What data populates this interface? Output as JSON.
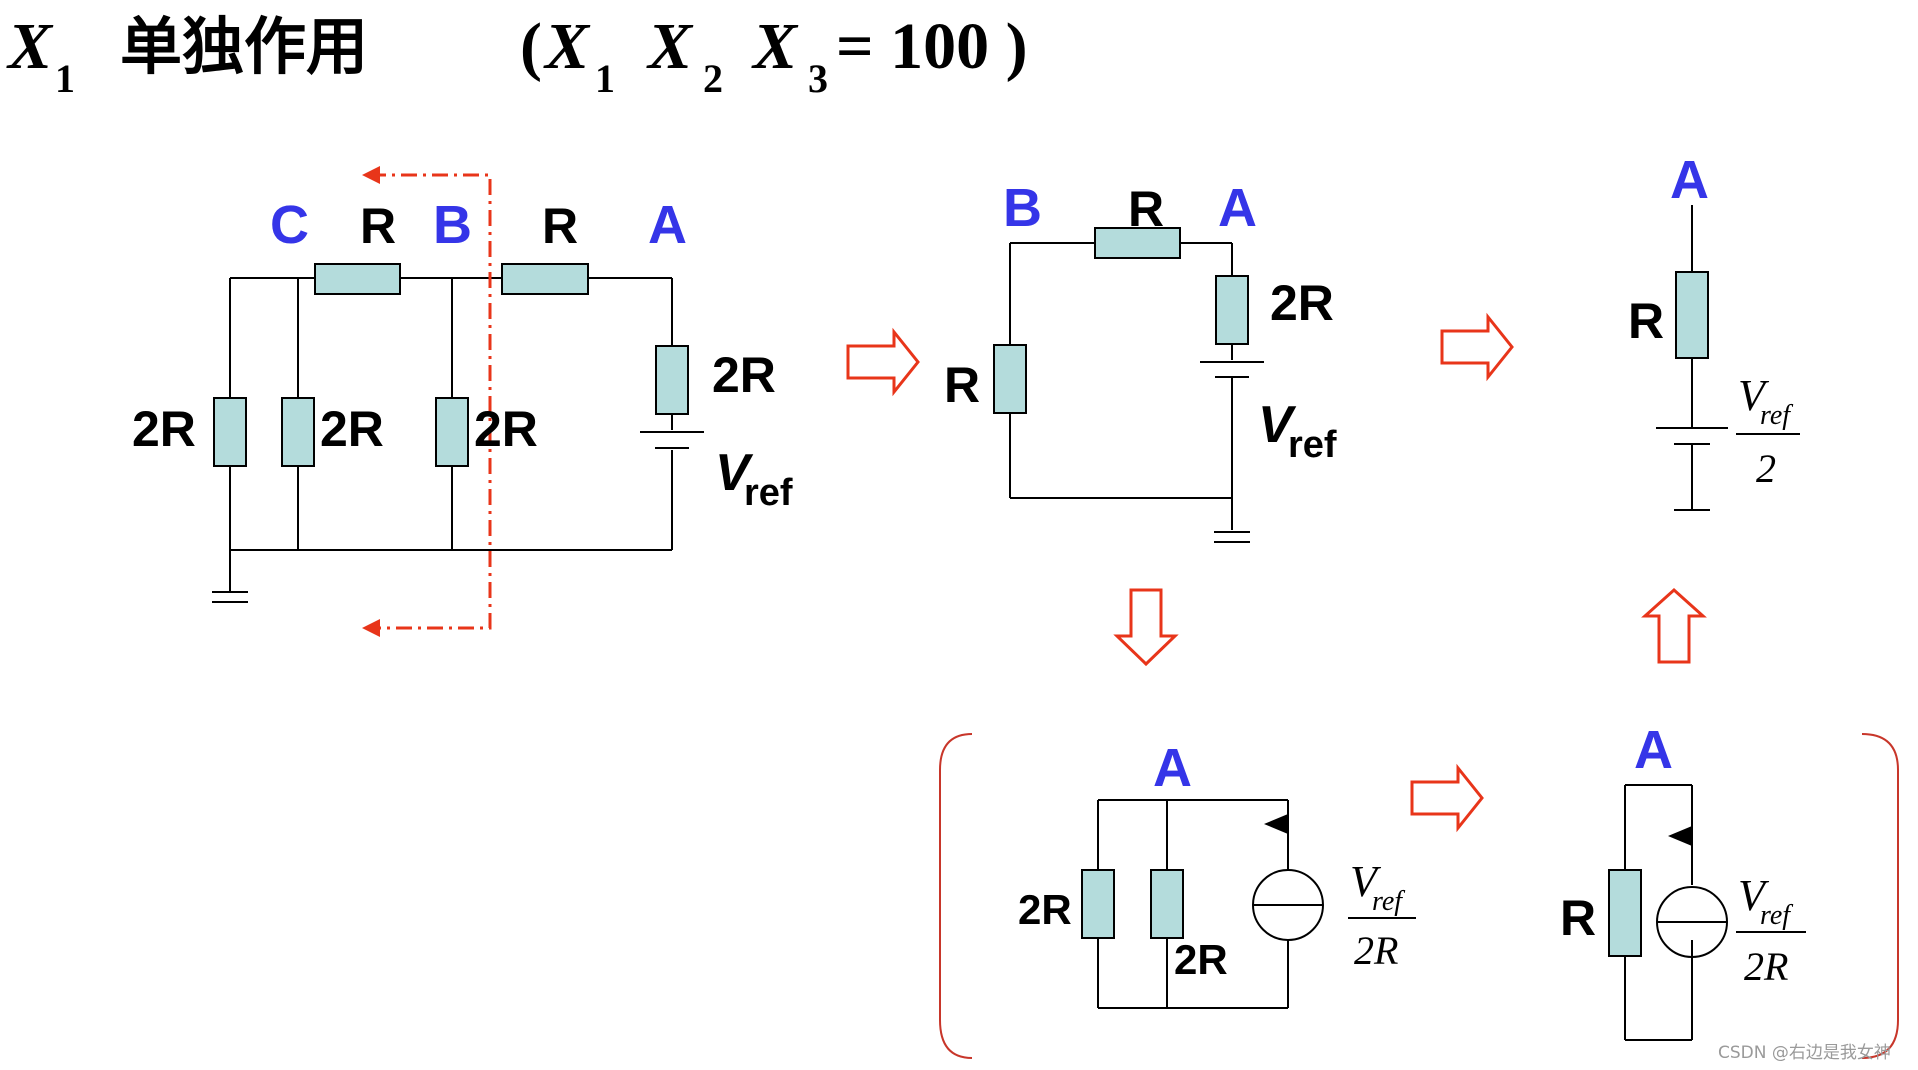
{
  "title": {
    "x1_main": "X",
    "x1_sub": "1",
    "heading": "单独作用",
    "paren_open": "(",
    "xa": "X",
    "xa_sub": "1",
    "xb": "X",
    "xb_sub": "2",
    "xc": "X",
    "xc_sub": "3",
    "equals_value": "= 100 )"
  },
  "circuit1": {
    "node_c": "C",
    "node_b": "B",
    "node_a": "A",
    "r_cb": "R",
    "r_ba": "R",
    "r_shunt1": "2R",
    "r_shunt2": "2R",
    "r_shunt3": "2R",
    "r_series": "2R",
    "source_v": "V",
    "source_sub": "ref"
  },
  "circuit2": {
    "node_b": "B",
    "node_a": "A",
    "r_top": "R",
    "r_left": "R",
    "r_right": "2R",
    "source_v": "V",
    "source_sub": "ref"
  },
  "circuit3": {
    "node_a": "A",
    "r": "R",
    "frac_num_v": "V",
    "frac_num_sub": "ref",
    "frac_den": "2"
  },
  "circuit4": {
    "node_a": "A",
    "r_left": "2R",
    "r_mid": "2R",
    "frac_num_v": "V",
    "frac_num_sub": "ref",
    "frac_den": "2R"
  },
  "circuit5": {
    "node_a": "A",
    "r": "R",
    "frac_num_v": "V",
    "frac_num_sub": "ref",
    "frac_den": "2R"
  },
  "watermark": "CSDN @右边是我女神",
  "colors": {
    "resistor_fill": "#b4dcdc",
    "node_label": "#3535e8",
    "arrow_red": "#e8351a",
    "bracket_red": "#c8362a"
  }
}
